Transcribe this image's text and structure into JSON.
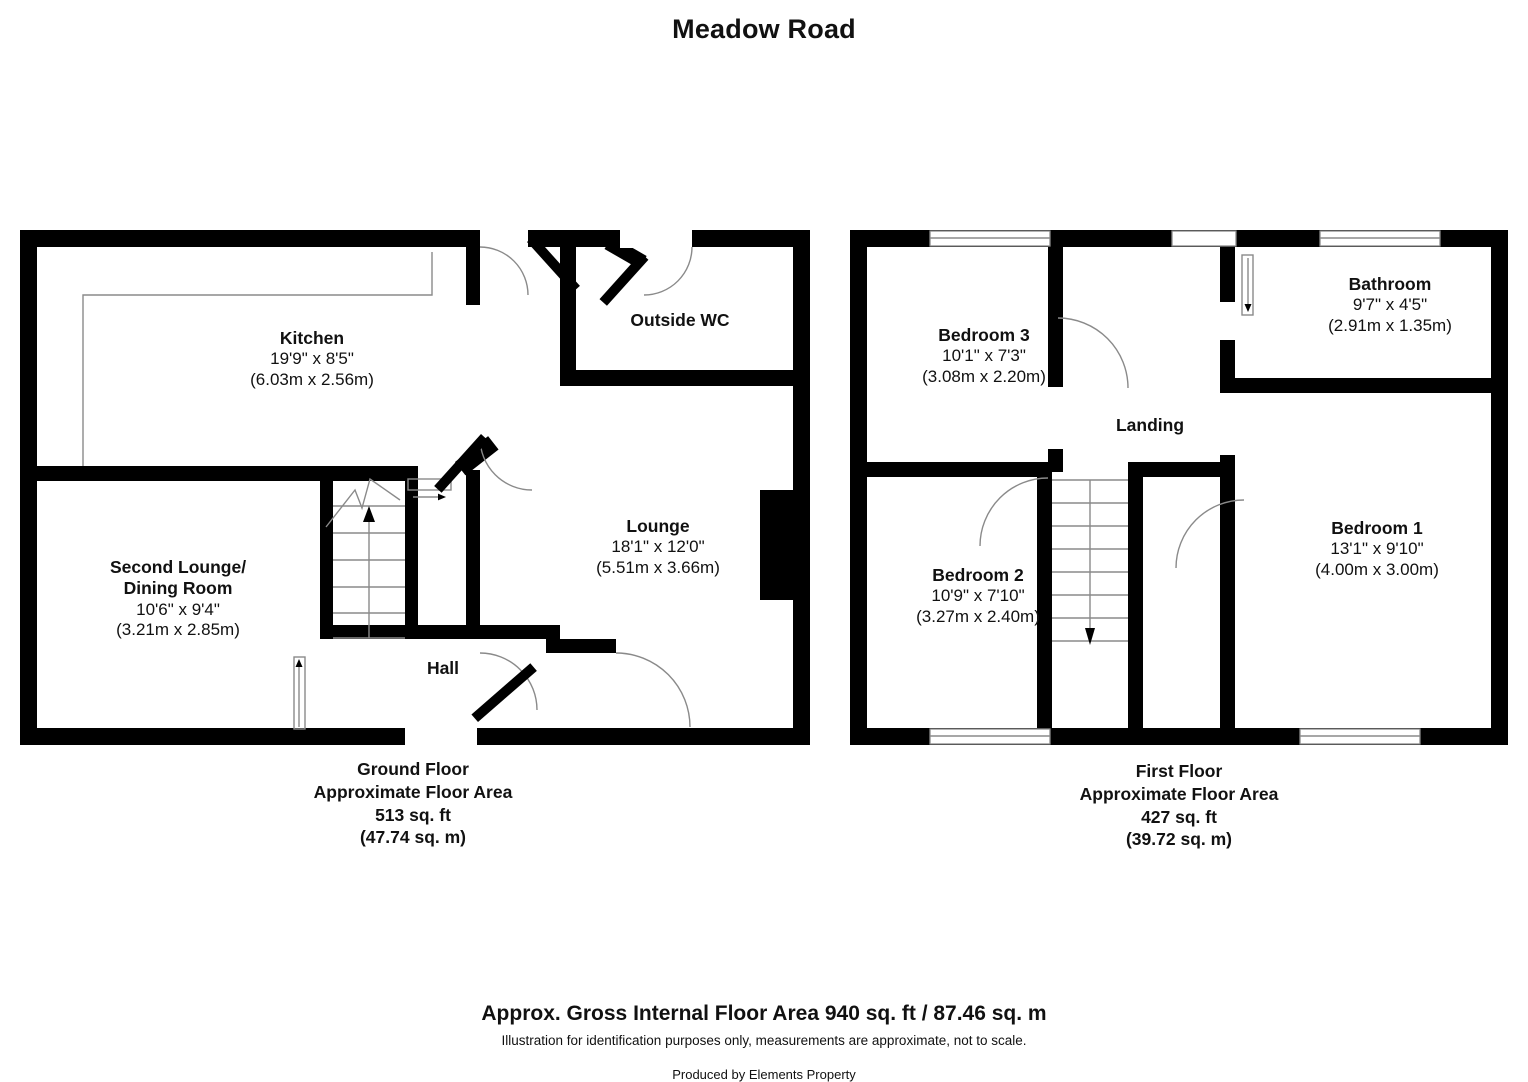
{
  "title": "Meadow Road",
  "ground_floor": {
    "rooms": [
      {
        "name": "Kitchen",
        "dim_ft": "19'9\" x 8'5\"",
        "dim_m": "(6.03m x 2.56m)"
      },
      {
        "name": "Outside WC",
        "dim_ft": "",
        "dim_m": ""
      },
      {
        "name": "Second Lounge/",
        "name2": "Dining Room",
        "dim_ft": "10'6\" x 9'4\"",
        "dim_m": "(3.21m x 2.85m)"
      },
      {
        "name": "Lounge",
        "dim_ft": "18'1\" x 12'0\"",
        "dim_m": "(5.51m x 3.66m)"
      },
      {
        "name": "Hall",
        "dim_ft": "",
        "dim_m": ""
      }
    ],
    "area": {
      "line1": "Ground Floor",
      "line2": "Approximate Floor Area",
      "line3": "513 sq. ft",
      "line4": "(47.74 sq. m)"
    }
  },
  "first_floor": {
    "rooms": [
      {
        "name": "Bedroom 3",
        "dim_ft": "10'1\" x 7'3\"",
        "dim_m": "(3.08m x 2.20m)"
      },
      {
        "name": "Bathroom",
        "dim_ft": "9'7\" x 4'5\"",
        "dim_m": "(2.91m x 1.35m)"
      },
      {
        "name": "Landing",
        "dim_ft": "",
        "dim_m": ""
      },
      {
        "name": "Bedroom 2",
        "dim_ft": "10'9\" x 7'10\"",
        "dim_m": "(3.27m x 2.40m)"
      },
      {
        "name": "Bedroom 1",
        "dim_ft": "13'1\" x 9'10\"",
        "dim_m": "(4.00m x 3.00m)"
      }
    ],
    "area": {
      "line1": "First Floor",
      "line2": "Approximate Floor Area",
      "line3": "427 sq. ft",
      "line4": "(39.72 sq. m)"
    }
  },
  "footer": {
    "gross_area": "Approx. Gross Internal Floor Area 940 sq. ft / 87.46 sq. m",
    "disclaimer": "Illustration for identification purposes only, measurements are approximate, not to scale.",
    "producer": "Produced by Elements Property"
  },
  "colors": {
    "wall": "#000000",
    "text": "#111111",
    "thin_line": "#8a8a8a",
    "background": "#ffffff"
  }
}
